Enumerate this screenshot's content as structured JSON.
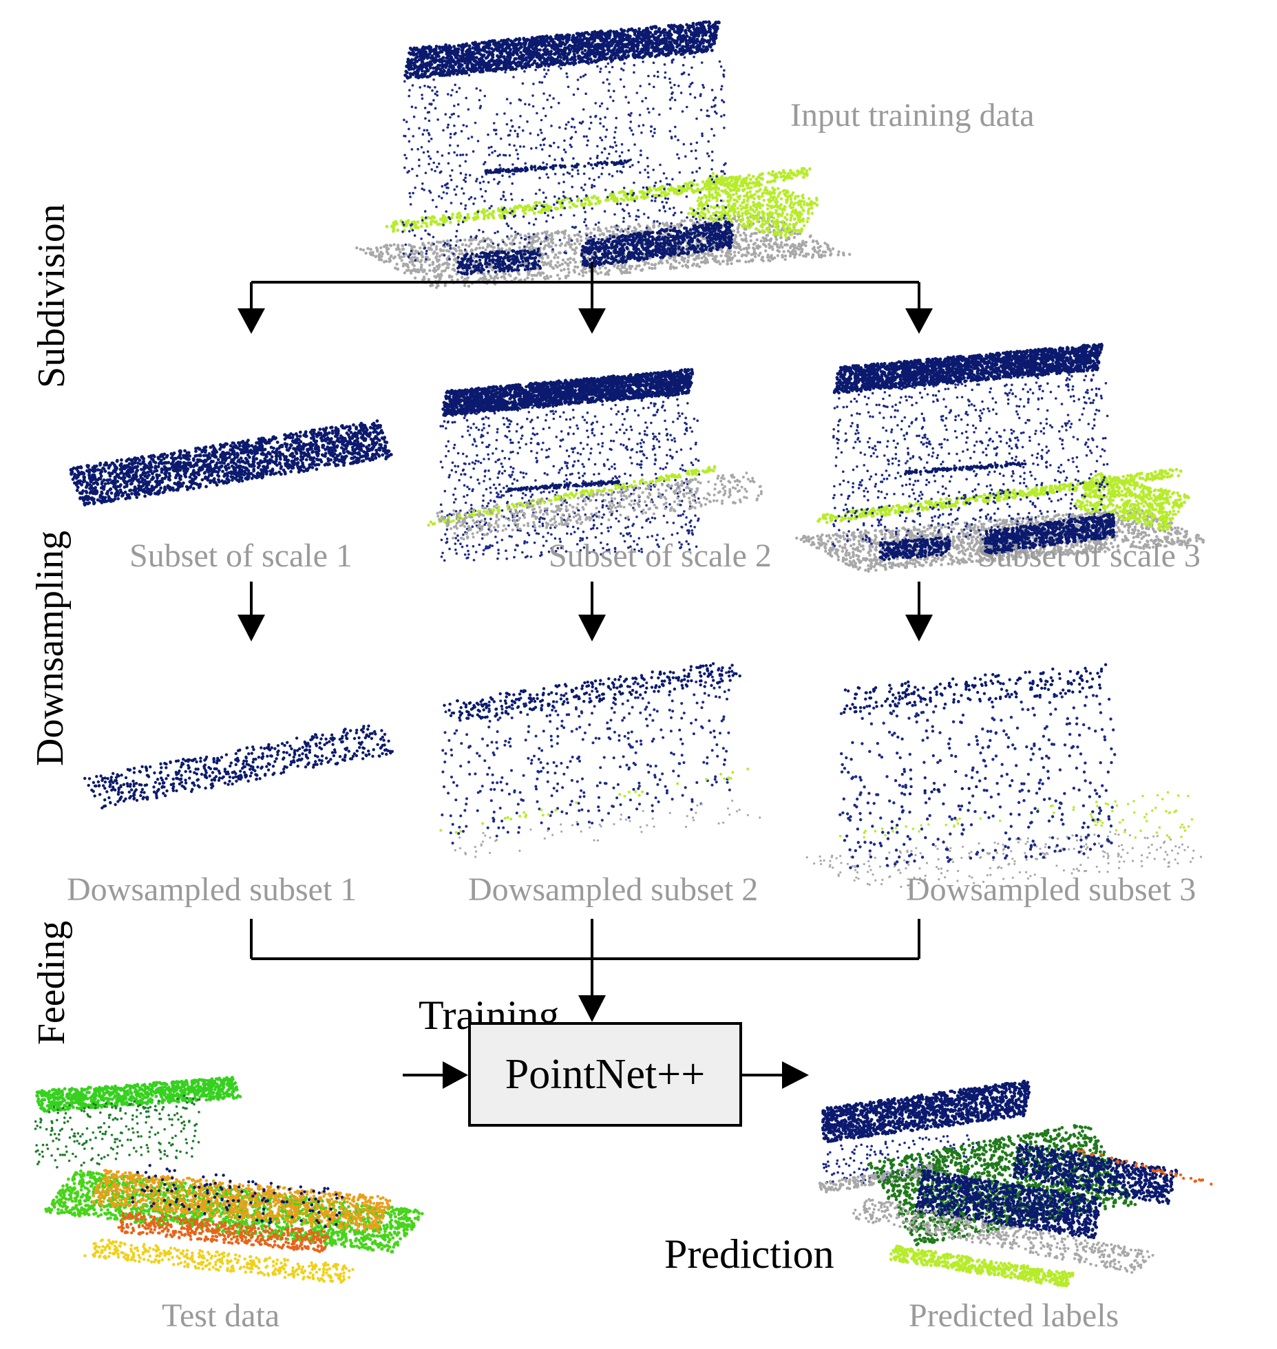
{
  "labels": {
    "input": "Input training data",
    "subset1": "Subset of scale 1",
    "subset2": "Subset of scale 2",
    "subset3": "Subset of scale 3",
    "down1": "Dowsampled subset 1",
    "down2": "Dowsampled subset 2",
    "down3": "Dowsampled subset 3",
    "training": "Training",
    "model": "PointNet++",
    "prediction": "Prediction",
    "test": "Test data",
    "predicted": "Predicted labels"
  },
  "stages": {
    "subdivision": "Subdivision",
    "downsampling": "Downsampling",
    "feeding": "Feeding"
  },
  "colors": {
    "roof": "#0b1a6e",
    "facade": "#1c2a8a",
    "ground": "#a8a8a8",
    "vegetation_light": "#b6ec2a",
    "vegetation_dark": "#1f7a1a",
    "accent_orange": "#e8641a",
    "label_gray": "#9a9a9a",
    "box_fill": "#efefef"
  }
}
